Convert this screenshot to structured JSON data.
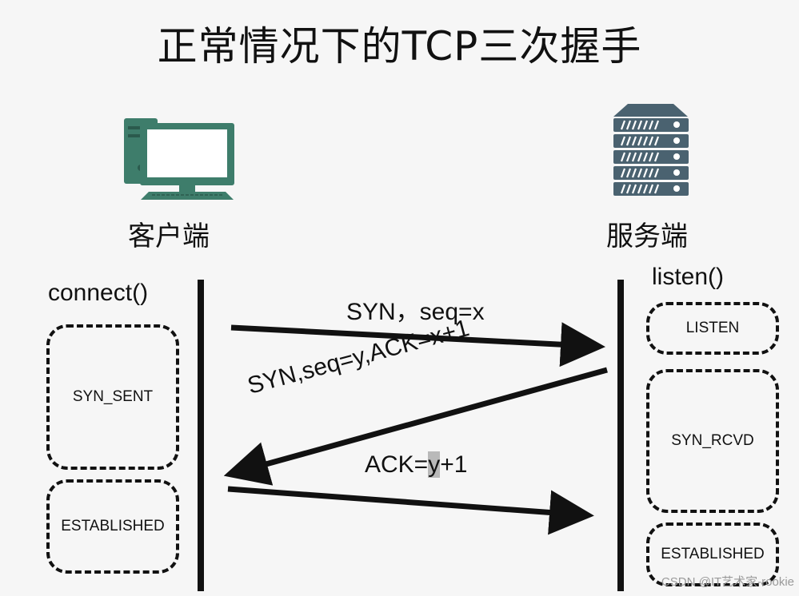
{
  "title": "正常情况下的TCP三次握手",
  "client": {
    "label": "客户端",
    "function": "connect()",
    "states": [
      "SYN_SENT",
      "ESTABLISHED"
    ]
  },
  "server": {
    "label": "服务端",
    "function": "listen()",
    "states": [
      "LISTEN",
      "SYN_RCVD",
      "ESTABLISHED"
    ]
  },
  "messages": {
    "syn": "SYN，seq=x",
    "syn_ack": "SYN,seq=y,ACK=x+1",
    "ack_prefix": "ACK=",
    "ack_highlight": "y",
    "ack_suffix": "+1"
  },
  "watermark": "CSDN @IT艺术家-rookie",
  "colors": {
    "ink": "#111111",
    "computer_green": "#3e7d6b",
    "server_slate": "#4a6270"
  }
}
